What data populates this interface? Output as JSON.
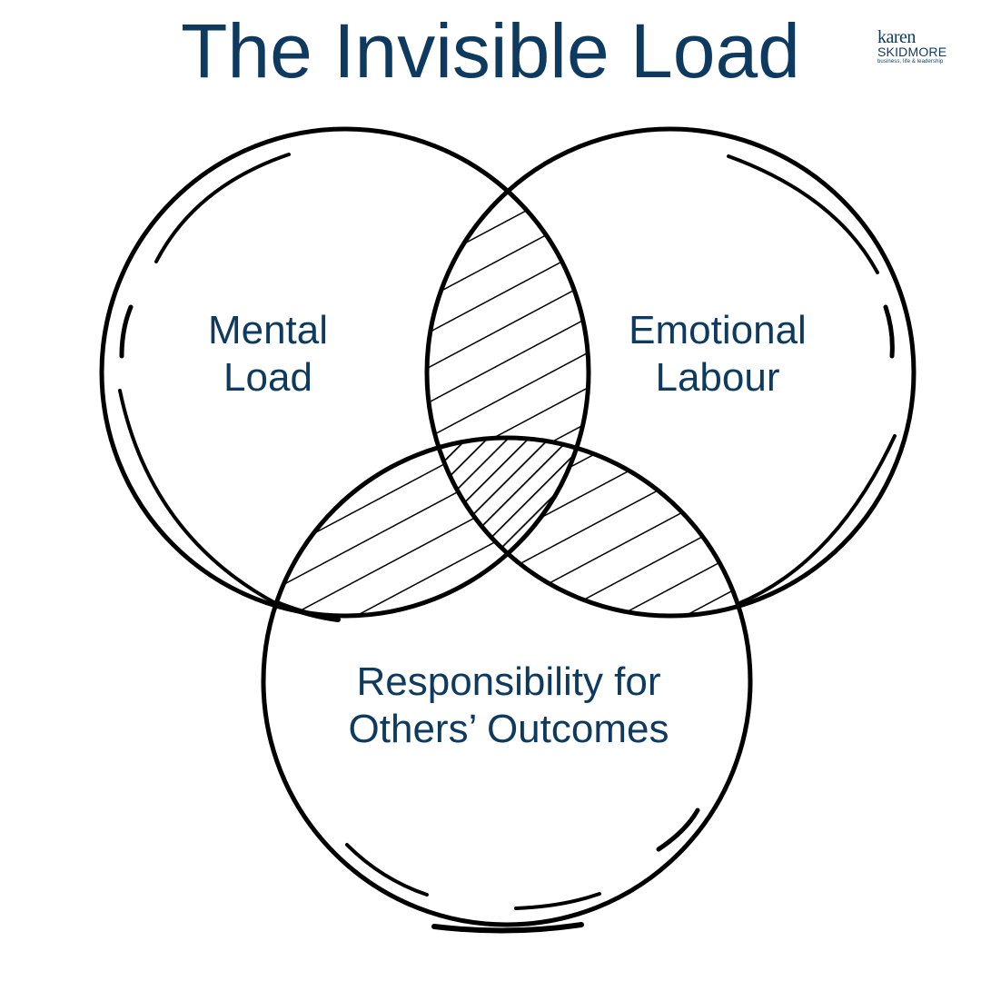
{
  "title": "The Invisible Load",
  "logo": {
    "line1": "karen",
    "line2": "SKIDMORE",
    "tagline": "business, life & leadership"
  },
  "circles": [
    {
      "id": "mental",
      "lines": [
        "Mental",
        "Load"
      ]
    },
    {
      "id": "emotional",
      "lines": [
        "Emotional",
        "Labour"
      ]
    },
    {
      "id": "responsibility",
      "lines": [
        "Responsibility for",
        "Others’ Outcomes"
      ]
    }
  ],
  "colors": {
    "text": "#0d3a5e",
    "stroke": "#000000",
    "background": "#ffffff"
  }
}
